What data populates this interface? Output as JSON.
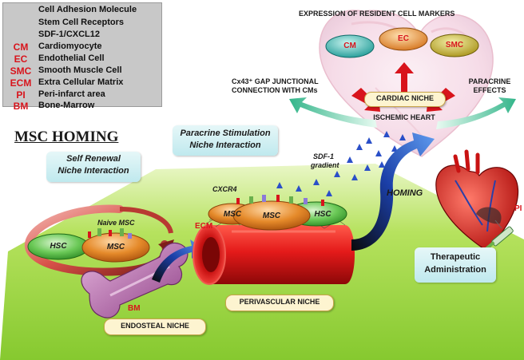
{
  "legend": {
    "items": [
      {
        "key": "",
        "label": "Cell Adhesion Molecule",
        "icon": "cam-icon"
      },
      {
        "key": "",
        "label": "Stem Cell Receptors",
        "icon": "receptor-icon"
      },
      {
        "key": "",
        "label": "SDF-1/CXCL12",
        "icon": "triangle-icon"
      },
      {
        "key": "CM",
        "label": "Cardiomyocyte"
      },
      {
        "key": "EC",
        "label": "Endothelial Cell"
      },
      {
        "key": "SMC",
        "label": "Smooth Muscle Cell"
      },
      {
        "key": "ECM",
        "label": "Extra Cellular Matrix"
      },
      {
        "key": "PI",
        "label": "Peri-infarct area"
      },
      {
        "key": "BM",
        "label": "Bone-Marrow"
      }
    ]
  },
  "main_title": "MSC HOMING",
  "self_renewal": {
    "line1": "Self Renewal",
    "line2": "Niche Interaction"
  },
  "paracrine_stim": {
    "line1": "Paracrine Stimulation",
    "line2": "Niche Interaction"
  },
  "expression": "EXPRESSION OF RESIDENT CELL MARKERS",
  "resident_cells": {
    "cm": "CM",
    "ec": "EC",
    "smc": "SMC"
  },
  "gap_junction": {
    "line1": "Cx43⁺ GAP JUNCTIONAL",
    "line2": "CONNECTION WITH CMs"
  },
  "paracrine_effects": {
    "line1": "PARACRINE",
    "line2": "EFFECTS"
  },
  "cardiac_niche": "CARDIAC NICHE",
  "ischemic_heart": "ISCHEMIC HEART",
  "sdf_gradient": {
    "line1": "SDF-1",
    "line2": "gradient"
  },
  "homing": "HOMING",
  "cxcr4": "CXCR4",
  "ecm": "ECM",
  "naive_msc": "Naive MSC",
  "cells": {
    "hsc": "HSC",
    "msc": "MSC"
  },
  "bm": "BM",
  "pi": "PI",
  "endosteal_niche": "ENDOSTEAL NICHE",
  "perivascular_niche": "PERIVASCULAR NICHE",
  "therapeutic": {
    "line1": "Therapeutic",
    "line2": "Administration"
  },
  "colors": {
    "accent_red": "#d8141c",
    "hsc_green": "#5cc24a",
    "msc_orange": "#e07a1c",
    "ground_green": "#9fd84a",
    "vessel_red": "#d81418",
    "teal_panel": "#c8eef2"
  }
}
